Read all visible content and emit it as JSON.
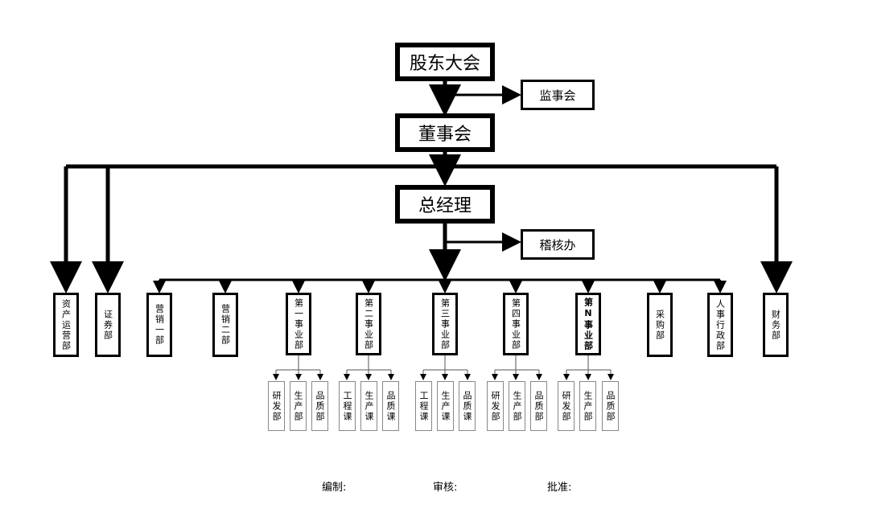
{
  "top": {
    "shareholders": "股东大会",
    "board": "董事会",
    "gm": "总经理"
  },
  "side": {
    "supervisors": "监事会",
    "audit": "稽核办"
  },
  "departments": [
    "资产运营部",
    "证券部",
    "营销一部",
    "营销二部",
    "第一事业部",
    "第二事业部",
    "第三事业部",
    "第四事业部",
    "第N事业部",
    "采购部",
    "人事行政部",
    "财务部"
  ],
  "subunits": [
    [
      "研发部",
      "生产部",
      "品质部"
    ],
    [
      "工程课",
      "生产课",
      "品质课"
    ],
    [
      "工程课",
      "生产课",
      "品质课"
    ],
    [
      "研发部",
      "生产部",
      "品质部"
    ],
    [
      "研发部",
      "生产部",
      "品质部"
    ]
  ],
  "footer": {
    "prepared": "编制:",
    "reviewed": "审核:",
    "approved": "批准:"
  }
}
